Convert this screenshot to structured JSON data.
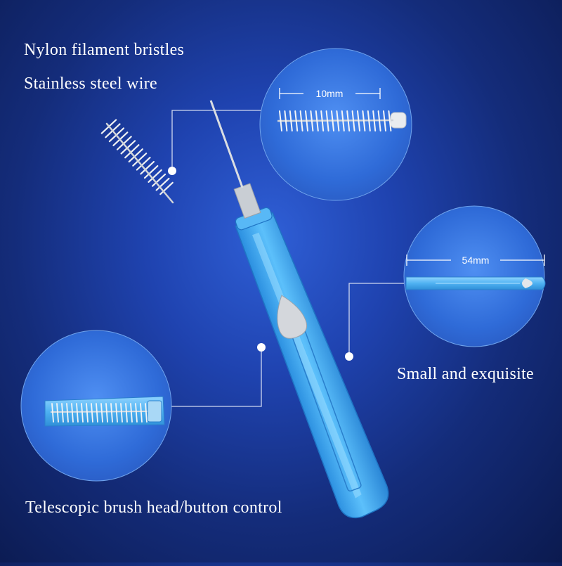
{
  "captions": {
    "nylon": "Nylon filament bristles",
    "steel": "Stainless steel wire",
    "small": "Small and exquisite",
    "telescopic": "Telescopic brush head/button control"
  },
  "dimensions": {
    "brush_head": "10mm",
    "handle": "54mm"
  },
  "colors": {
    "background": "#1f43b0",
    "handle_blue": "#3fa9f0",
    "bristle": "#e8e8e8"
  }
}
